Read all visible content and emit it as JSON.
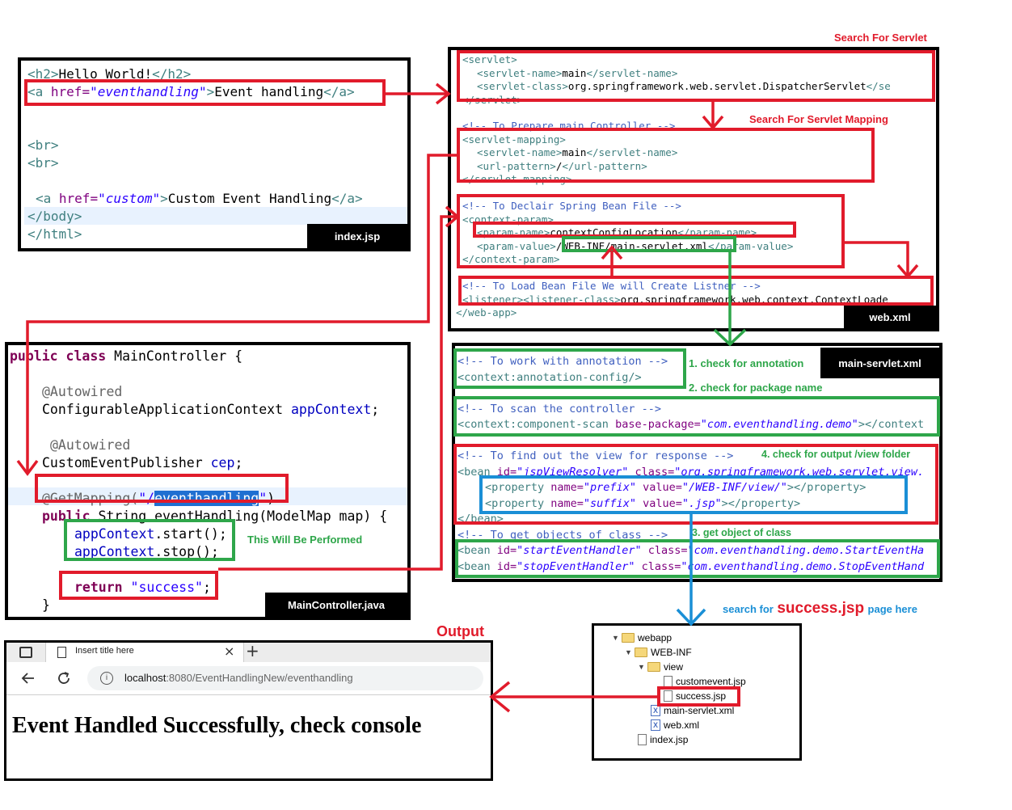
{
  "labels": {
    "search_servlet": "Search For Servlet",
    "search_mapping": "Search For Servlet Mapping",
    "output": "Output",
    "check_annotation": "1. check for annotation",
    "check_package": "2. check for package name",
    "check_object": "3. get object of class",
    "check_output": "4. check for output /view folder",
    "performed": "This Will Be Performed",
    "search_for": "search for",
    "success_jsp": "success.jsp",
    "page_here": "page here"
  },
  "index_jsp": {
    "caption": "index.jsp",
    "l1_tag_open": "<h2>",
    "l1_text": "Hello World!",
    "l1_tag_close": "</h2>",
    "l2_a": "<a ",
    "l2_attr": "href=",
    "l2_val": "\"eventhandling\"",
    "l2_close": ">",
    "l2_text": "Event handling",
    "l2_end": "</a>",
    "br1": "<br>",
    "br2": "<br>",
    "l5_a": "<a ",
    "l5_attr": "href=",
    "l5_val": "\"custom\"",
    "l5_close": ">",
    "l5_text": "Custom Event Handling",
    "l5_end": "</a>",
    "body_close": "</body>",
    "html_close": "</html>"
  },
  "web_xml": {
    "caption": "web.xml",
    "l1": "<servlet>",
    "l2_a": "<servlet-name>",
    "l2_b": "main",
    "l2_c": "</servlet-name>",
    "l3_a": "<servlet-class>",
    "l3_b": "org.springframework.web.servlet.DispatcherServlet",
    "l3_c": "</se",
    "l4": "</servlet>",
    "l5": "<!-- To Prepare main Controller -->",
    "l6": "<servlet-mapping>",
    "l7_a": "<servlet-name>",
    "l7_b": "main",
    "l7_c": "</servlet-name>",
    "l8_a": "<url-pattern>",
    "l8_b": "/",
    "l8_c": "</url-pattern>",
    "l9": "</servlet-mapping>",
    "l10": "<!-- To Declair Spring Bean File -->",
    "l11": "<context-param>",
    "l12_a": "<param-name>",
    "l12_b": "contextConfigLocation",
    "l12_c": "</param-name>",
    "l13_a": "<param-value>",
    "l13_b": "/WEB-INF/main-servlet.xml",
    "l13_c": "</param-value>",
    "l14": "</context-param>",
    "l15": "<!-- To Load Bean File We will Create Listner -->",
    "l16_a": "<listener><listener-class>",
    "l16_b": "org.springframework.web.context.ContextLoade",
    "l17": "</web-app>"
  },
  "main_servlet_xml": {
    "caption": "main-servlet.xml",
    "l1": "<!-- To work with annotation -->",
    "l2": "<context:annotation-config/>",
    "l3": "<!-- To scan the controller -->",
    "l4_a": "<context:component-scan ",
    "l4_attr": "base-package=",
    "l4_val": "\"com.eventhandling.demo\"",
    "l4_c": "></context",
    "l5": "<!-- To find out the view for response -->",
    "l6_a": "<bean ",
    "l6_attr1": "id=",
    "l6_val1": "\"jspViewResolver\"",
    "l6_attr2": " class=",
    "l6_val2": "\"org.springframework.web.servlet.view.",
    "l7_a": "<property ",
    "l7_attr1": "name=",
    "l7_val1": "\"prefix\"",
    "l7_attr2": " value=",
    "l7_val2": "\"/WEB-INF/view/\"",
    "l7_c": "></property>",
    "l8_a": "<property ",
    "l8_attr1": "name=",
    "l8_val1": "\"suffix\"",
    "l8_attr2": " value=",
    "l8_val2": "\".jsp\"",
    "l8_c": "></property>",
    "l9": "</bean>",
    "l10": "<!-- To get objects of class -->",
    "l11_a": "<bean ",
    "l11_attr1": "id=",
    "l11_val1": "\"startEventHandler\"",
    "l11_attr2": " class=",
    "l11_val2": "\"com.eventhandling.demo.StartEventHa",
    "l12_a": "<bean ",
    "l12_attr1": "id=",
    "l12_val1": "\"stopEventHandler\"",
    "l12_attr2": " class=",
    "l12_val2": "\"com.eventhandling.demo.StopEventHand"
  },
  "main_controller": {
    "caption": "MainController.java",
    "l1_kw": "public class ",
    "l1_rest": "MainController {",
    "l2": "@Autowired",
    "l3_a": "ConfigurableApplicationContext ",
    "l3_b": "appContext",
    "l3_c": ";",
    "l4": "@Autowired",
    "l5_a": "CustomEventPublisher ",
    "l5_b": "cep",
    "l5_c": ";",
    "l6_a": "@GetMapping(",
    "l6_b": "\"/",
    "l6_sel": "eventhandling",
    "l6_c": "\"",
    "l6_d": ")",
    "l7_kw": "public ",
    "l7_rest": "String eventHandling(ModelMap map) {",
    "l8_a": "appContext",
    "l8_b": ".start();",
    "l9_a": "appContext",
    "l9_b": ".stop();",
    "l10_kw": "return ",
    "l10_str": "\"success\"",
    "l10_c": ";",
    "l11": "}"
  },
  "browser": {
    "tab_title": "Insert title here",
    "close_glyph": "×",
    "new_tab_glyph": "+",
    "url_host": "localhost",
    "url_rest": ":8080/EventHandlingNew/eventhandling",
    "content": "Event Handled Successfully, check console"
  },
  "tree": {
    "webapp": "webapp",
    "webinf": "WEB-INF",
    "view": "view",
    "customevent": "customevent.jsp",
    "success": "success.jsp",
    "mainservlet": "main-servlet.xml",
    "webxml": "web.xml",
    "index": "index.jsp"
  },
  "colors": {
    "red": "#e11b2b",
    "green": "#2ea64a",
    "blue": "#1a8fd6",
    "selection": "#1f6fd1"
  },
  "icons": [
    "back-arrow-icon",
    "reload-icon",
    "info-icon",
    "folder-icon",
    "file-icon",
    "xml-file-icon",
    "close-icon",
    "plus-icon",
    "tab-page-icon",
    "sidebar-icon"
  ]
}
